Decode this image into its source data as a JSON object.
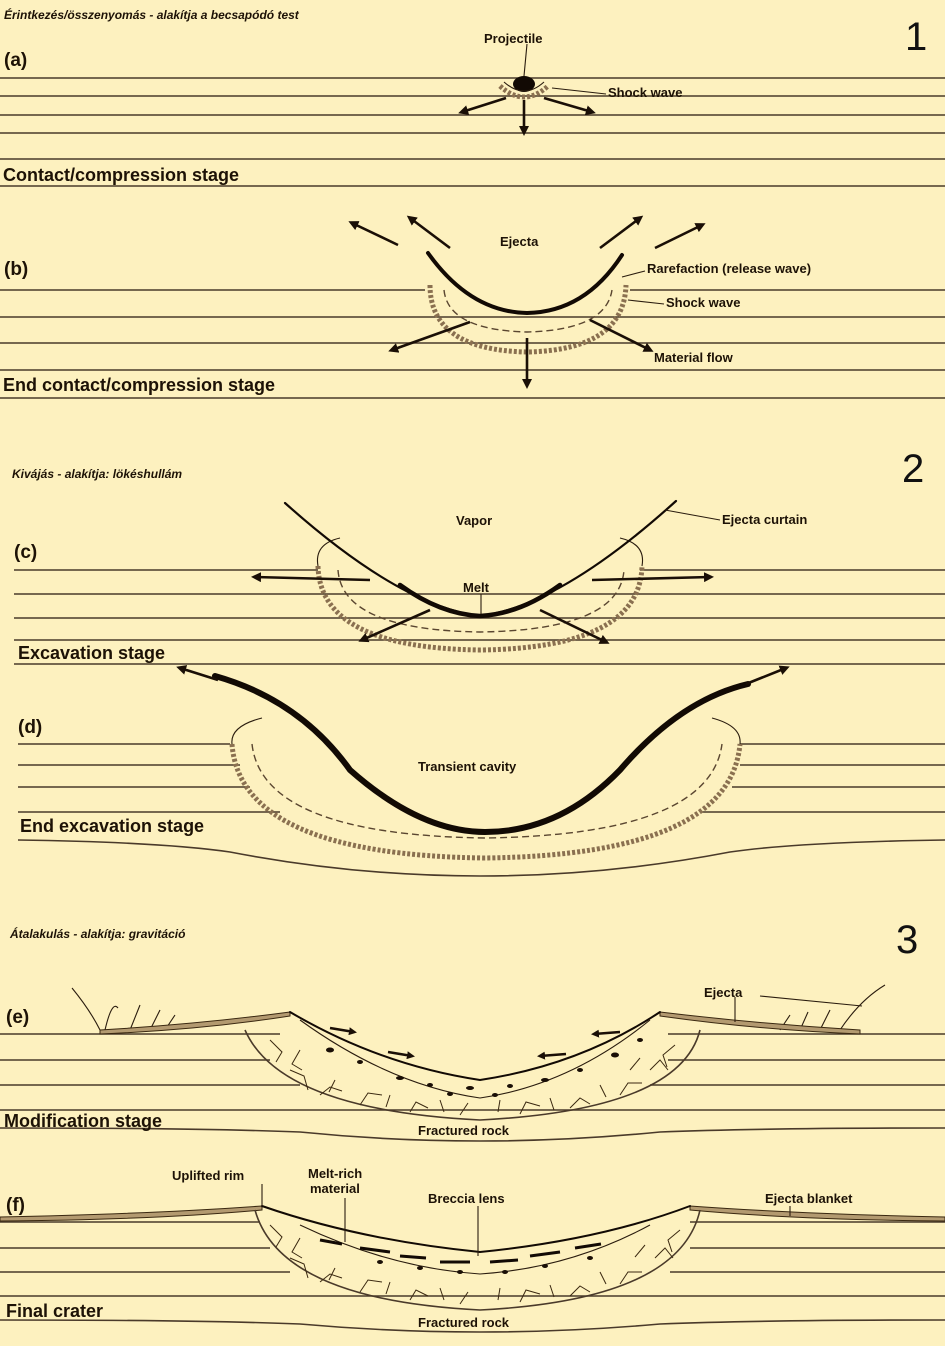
{
  "headers": {
    "h1": "Érintkezés/összenyomás - alakítja a becsapódó test",
    "h2": "Kivájás - alakítja: lökéshullám",
    "h3": "Átalakulás - alakítja: gravitáció"
  },
  "section_numbers": {
    "n1": "1",
    "n2": "2",
    "n3": "3"
  },
  "panels": {
    "a": {
      "letter": "(a)",
      "stage": "Contact/compression stage",
      "projectile": "Projectile",
      "shock": "Shock wave"
    },
    "b": {
      "letter": "(b)",
      "stage": "End contact/compression stage",
      "ejecta": "Ejecta",
      "rarefaction": "Rarefaction (release wave)",
      "shock": "Shock wave",
      "flow": "Material flow"
    },
    "c": {
      "letter": "(c)",
      "stage": "Excavation stage",
      "vapor": "Vapor",
      "curtain": "Ejecta curtain",
      "melt": "Melt"
    },
    "d": {
      "letter": "(d)",
      "stage": "End excavation stage",
      "cavity": "Transient cavity"
    },
    "e": {
      "letter": "(e)",
      "stage": "Modification stage",
      "ejecta": "Ejecta",
      "fractured": "Fractured rock"
    },
    "f": {
      "letter": "(f)",
      "stage": "Final crater",
      "rim": "Uplifted rim",
      "melt_rich_1": "Melt-rich",
      "melt_rich_2": "material",
      "breccia": "Breccia lens",
      "blanket": "Ejecta blanket",
      "fractured": "Fractured rock"
    }
  },
  "colors": {
    "background": "#fdf1bf",
    "ink": "#1d1206",
    "strata": "#4a3a2a"
  }
}
